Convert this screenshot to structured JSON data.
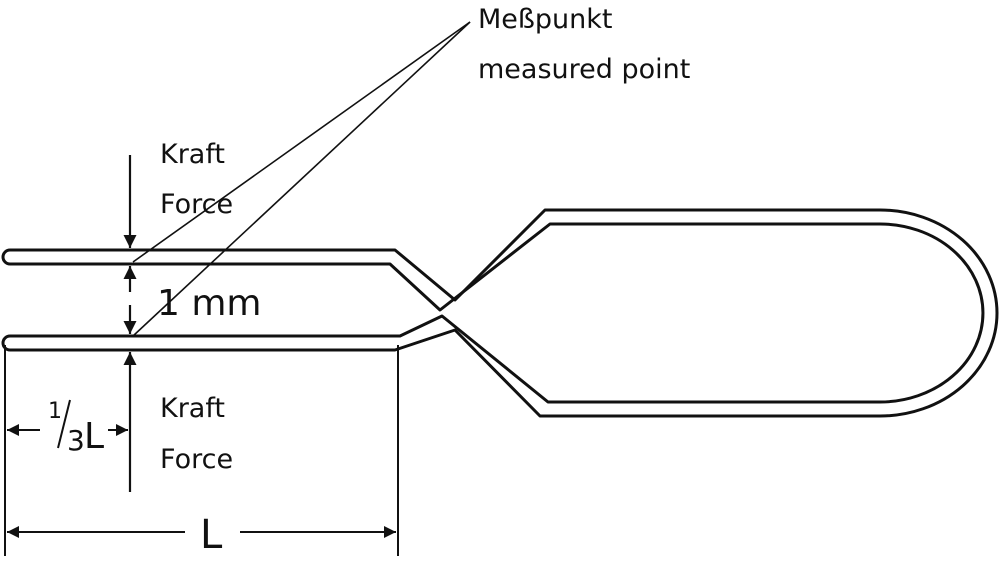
{
  "labels": {
    "measured_point_de": "Meßpunkt",
    "measured_point_en": "measured point",
    "force_top_de": "Kraft",
    "force_top_en": "Force",
    "gap": "1 mm",
    "force_bottom_de": "Kraft",
    "force_bottom_en": "Force",
    "third_numerator": "1",
    "third_denominator": "3",
    "third_suffix": "L",
    "length": "L"
  },
  "colors": {
    "ink": "#111111",
    "background": "#ffffff"
  }
}
